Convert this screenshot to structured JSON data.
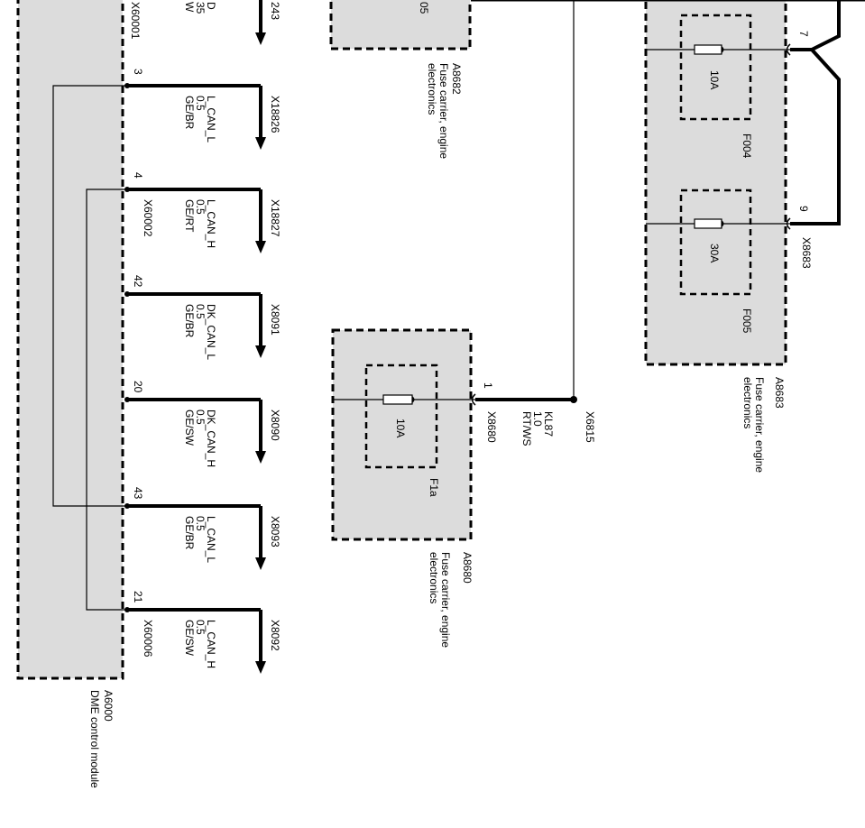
{
  "modules": {
    "dme": {
      "id": "A6000",
      "desc": "DME control module",
      "connector": "X60001"
    },
    "fuse_a8682": {
      "id": "A8682",
      "desc": [
        "Fuse carrier, engine",
        "electronics"
      ],
      "pin_partial": "05"
    },
    "fuse_a8680": {
      "id": "A8680",
      "desc": [
        "Fuse carrier, engine",
        "electronics"
      ],
      "connector": "X8680",
      "pin": "1",
      "fuse": "F1a",
      "rating": "10A"
    },
    "fuse_a8683": {
      "id": "A8683",
      "desc": [
        "Fuse carrier, engine",
        "electronics"
      ],
      "connector": "X8683"
    }
  },
  "top_wire": {
    "values": [
      "D",
      "35",
      "W"
    ],
    "connector_partial": "243"
  },
  "can_wires": [
    {
      "pin": "3",
      "name": "L_CAN_L",
      "size": "0.5",
      "color": "GE/BR",
      "connector": "X18826",
      "row_connector": ""
    },
    {
      "pin": "4",
      "name": "L_CAN_H",
      "size": "0.5",
      "color": "GE/RT",
      "connector": "X18827",
      "row_connector": "X60002"
    },
    {
      "pin": "42",
      "name": "DK_CAN_L",
      "size": "0.5",
      "color": "GE/BR",
      "connector": "X8091",
      "row_connector": ""
    },
    {
      "pin": "20",
      "name": "DK_CAN_H",
      "size": "0.5",
      "color": "GE/SW",
      "connector": "X8090",
      "row_connector": ""
    },
    {
      "pin": "43",
      "name": "L_CAN_L",
      "size": "0.5",
      "color": "GE/BR",
      "connector": "X8093",
      "row_connector": ""
    },
    {
      "pin": "21",
      "name": "L_CAN_H",
      "size": "0.5",
      "color": "GE/SW",
      "connector": "X8092",
      "row_connector": "X60006"
    }
  ],
  "kl87": {
    "name": "KL87",
    "size": "1.0",
    "color": "RT/WS",
    "splice": "X6815"
  },
  "fuses_a8683": [
    {
      "id": "F004",
      "rating": "10A",
      "pin": "7"
    },
    {
      "id": "F005",
      "rating": "30A",
      "pin": "9"
    }
  ]
}
